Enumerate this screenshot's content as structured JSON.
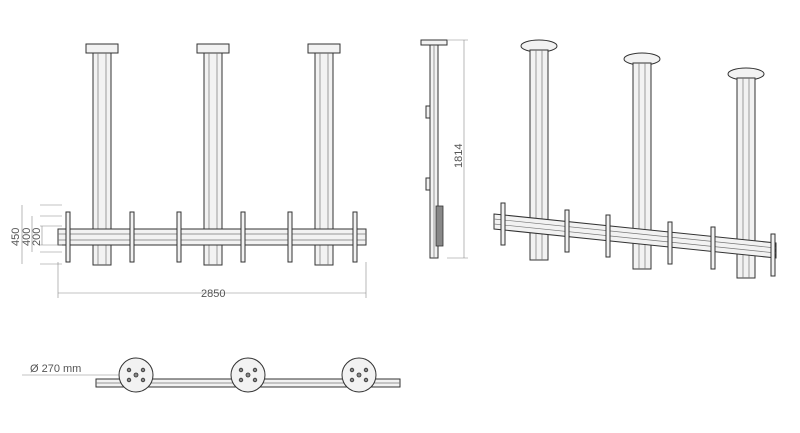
{
  "dimensions": {
    "height_total": "450",
    "height_mid": "400",
    "height_inner": "200",
    "width_total": "2850",
    "height_pole": "1814",
    "plate_diameter": "Ø 270 mm"
  }
}
